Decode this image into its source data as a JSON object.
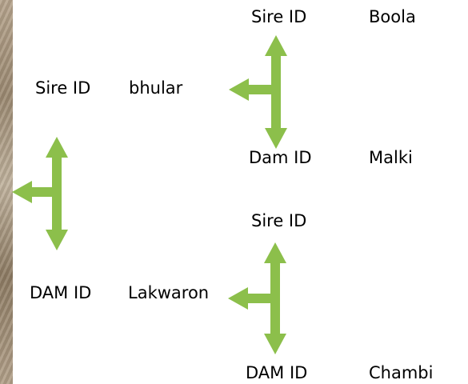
{
  "colors": {
    "arrow": "#8cbf4b",
    "text": "#000000",
    "background": "#ffffff"
  },
  "pedigree": {
    "root": {
      "sire_label": "Sire ID",
      "sire_name": "bhular",
      "dam_label": "DAM ID",
      "dam_name": "Lakwaron"
    },
    "sire_parents": {
      "sire_label": "Sire ID",
      "sire_name": "Boola",
      "dam_label": "Dam ID",
      "dam_name": "Malki"
    },
    "dam_parents": {
      "sire_label": "Sire ID",
      "sire_name": "",
      "dam_label": "DAM ID",
      "dam_name": "Chambi"
    }
  },
  "icons": [
    "split-arrow-icon",
    "split-arrow-icon",
    "split-arrow-icon"
  ]
}
